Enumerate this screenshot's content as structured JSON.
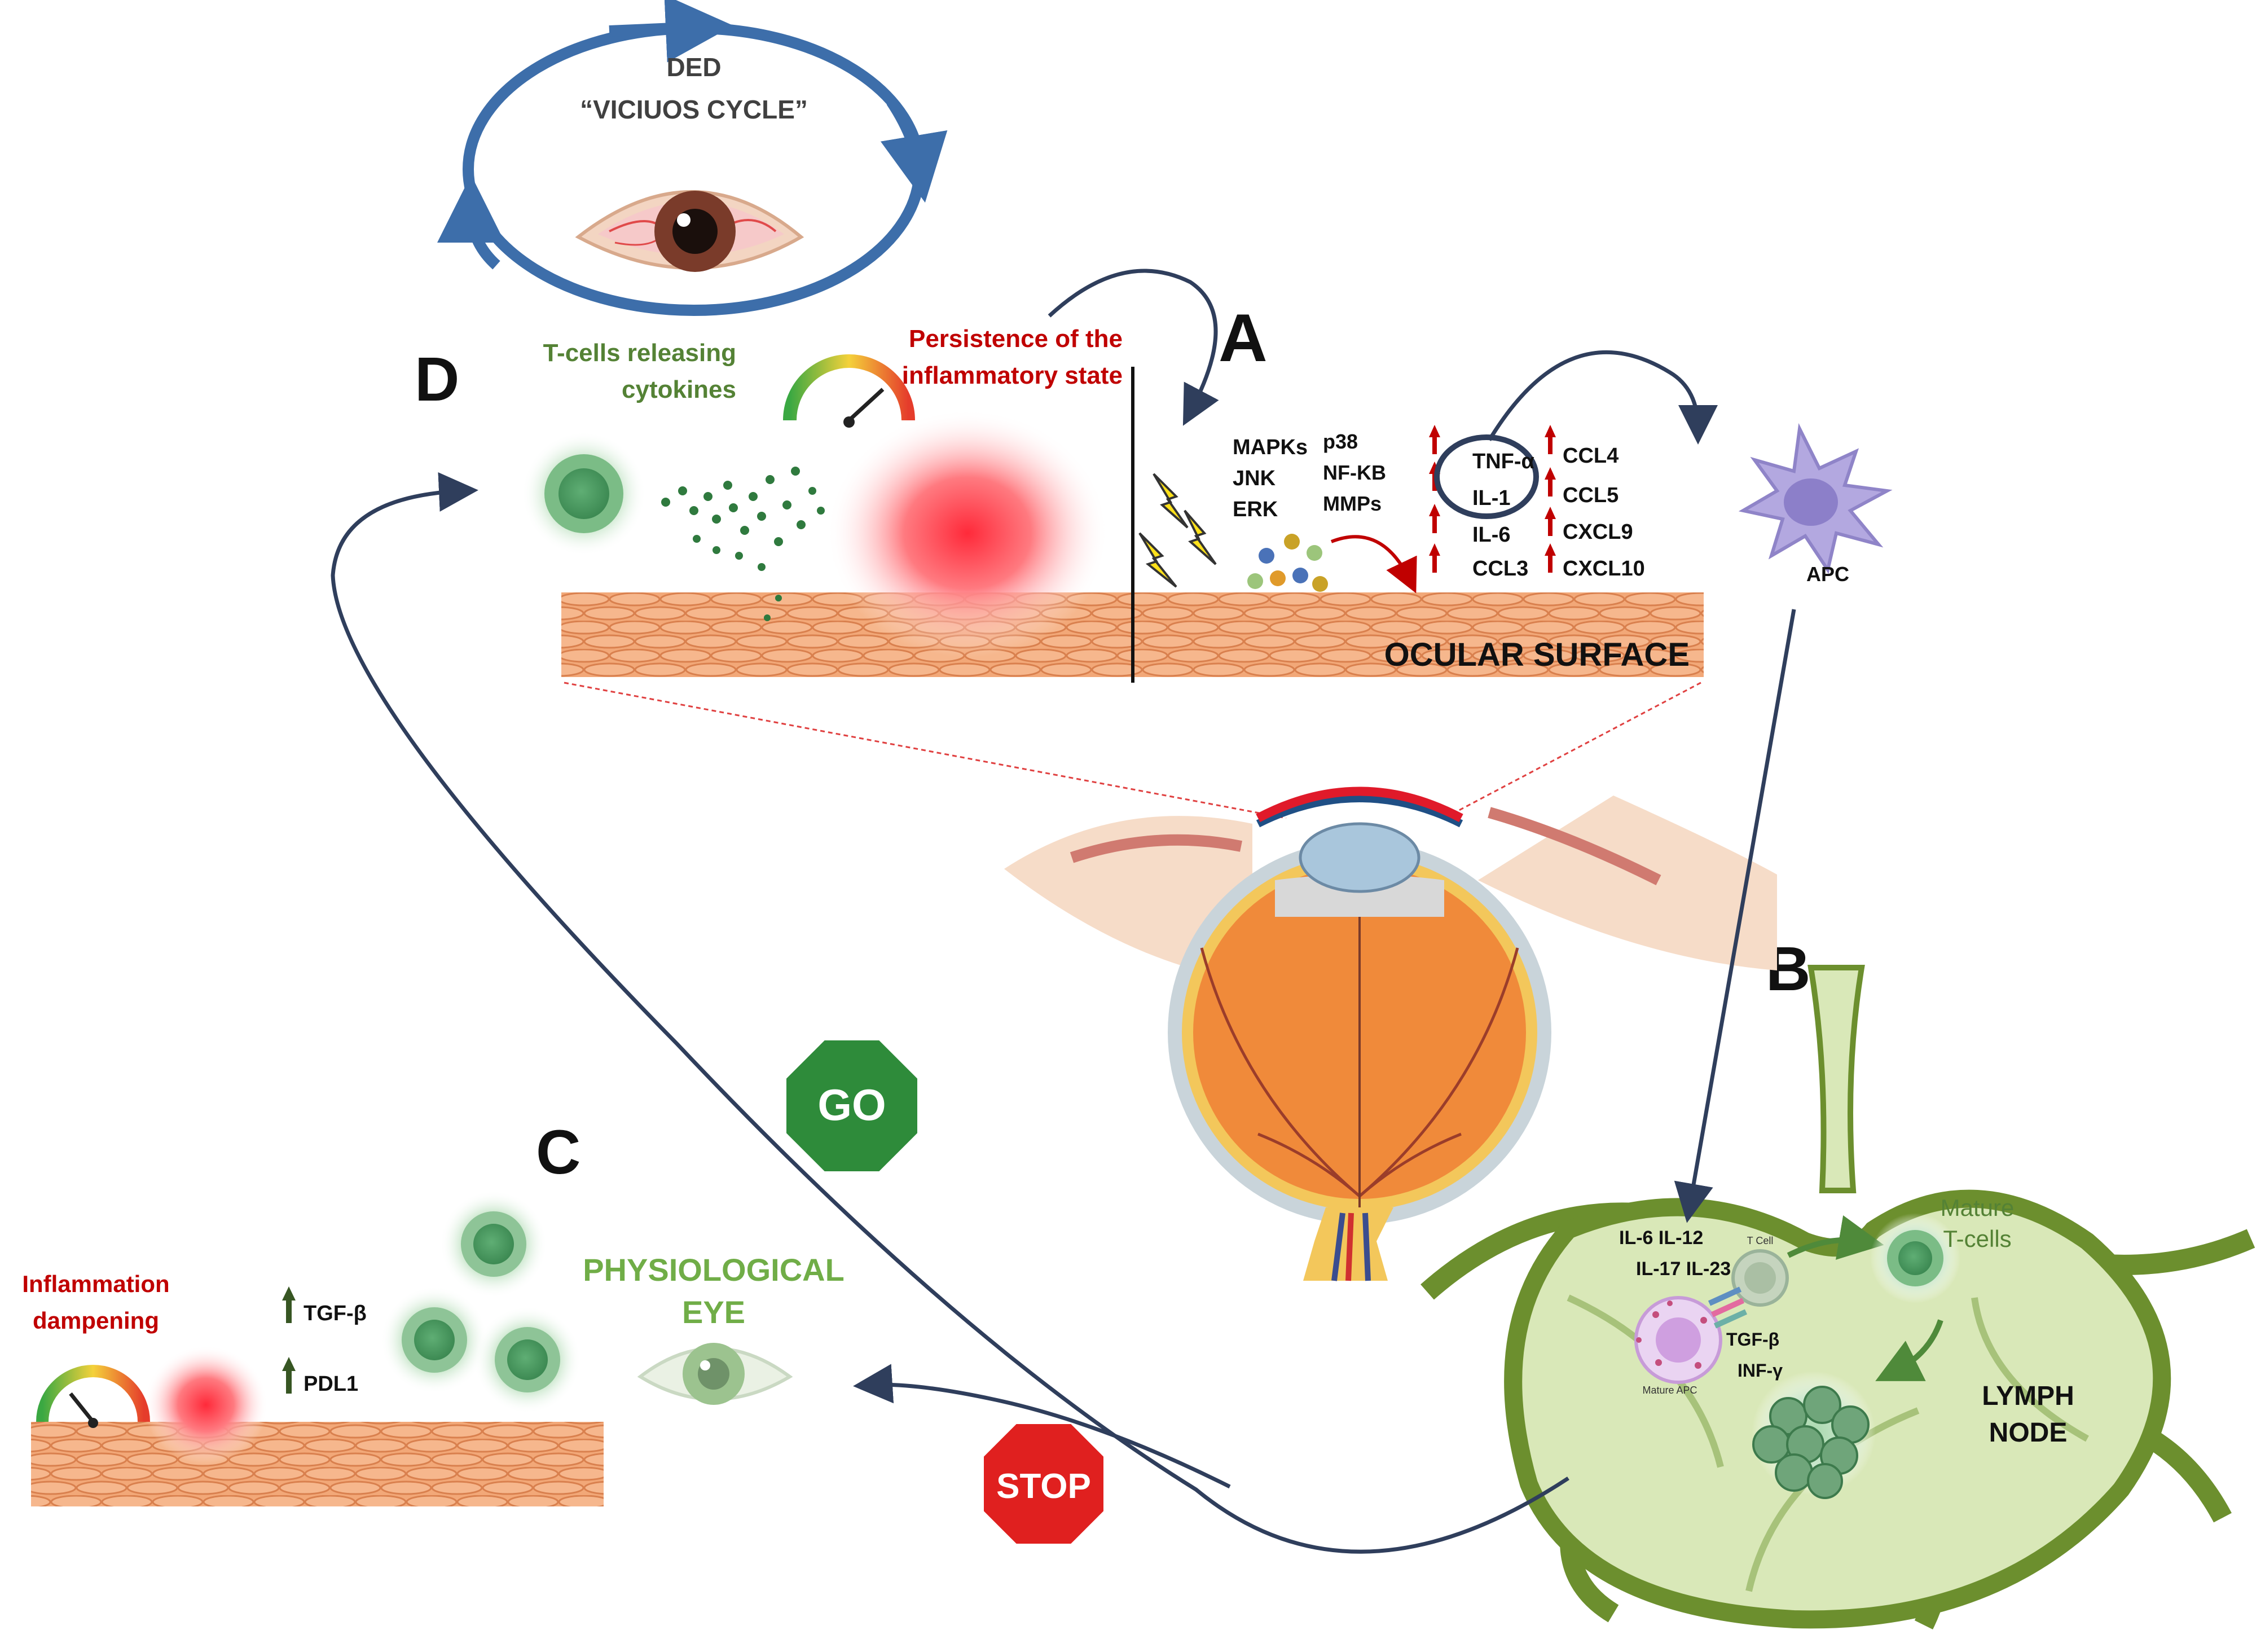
{
  "cycle": {
    "title": "DED",
    "subtitle": "“VICIUOS CYCLE”"
  },
  "panel_labels": {
    "a": "A",
    "b": "B",
    "c": "C",
    "d": "D"
  },
  "panel_d": {
    "tcells_line1": "T-cells releasing",
    "tcells_line2": "cytokines",
    "persistence_line1": "Persistence of the",
    "persistence_line2": "inflammatory state"
  },
  "panel_a": {
    "kinases_left": [
      "MAPKs",
      "JNK",
      "ERK"
    ],
    "kinases_right": [
      "p38",
      "NF-KB",
      "MMPs"
    ],
    "cytokines_left": [
      "TNF-α",
      "IL-1",
      "IL-6",
      "CCL3"
    ],
    "cytokines_right": [
      "CCL4",
      "CCL5",
      "CXCL9",
      "CXCL10"
    ],
    "apc_label": "APC",
    "surface_label": "OCULAR SURFACE"
  },
  "panel_b": {
    "cytokines_line1": "IL-6 IL-12",
    "cytokines_line2": "IL-17 IL-23",
    "tcell_label": "T Cell",
    "mature_apc_label": "Mature APC",
    "tgf": "TGF-β",
    "inf": "INF-γ",
    "mature_tcells_line1": "Mature",
    "mature_tcells_line2": "T-cells",
    "lymph_line1": "LYMPH",
    "lymph_line2": "NODE"
  },
  "panel_c": {
    "dampening_line1": "Inflammation",
    "dampening_line2": "dampening",
    "tgf": "TGF-β",
    "pdl1": "PDL1",
    "physio_line1": "PHYSIOLOGICAL",
    "physio_line2": "EYE"
  },
  "signs": {
    "go": "GO",
    "stop": "STOP"
  },
  "colors": {
    "arrow_navy": "#2f3e5c",
    "cycle_blue": "#3d6eaa",
    "inflammation_red": "#e8001c",
    "tcell_green": "#4f9a5f",
    "text_red": "#c00000",
    "text_green": "#548235",
    "tissue_orange": "#f1a97a",
    "lymph_green": "#d9e8b8"
  }
}
